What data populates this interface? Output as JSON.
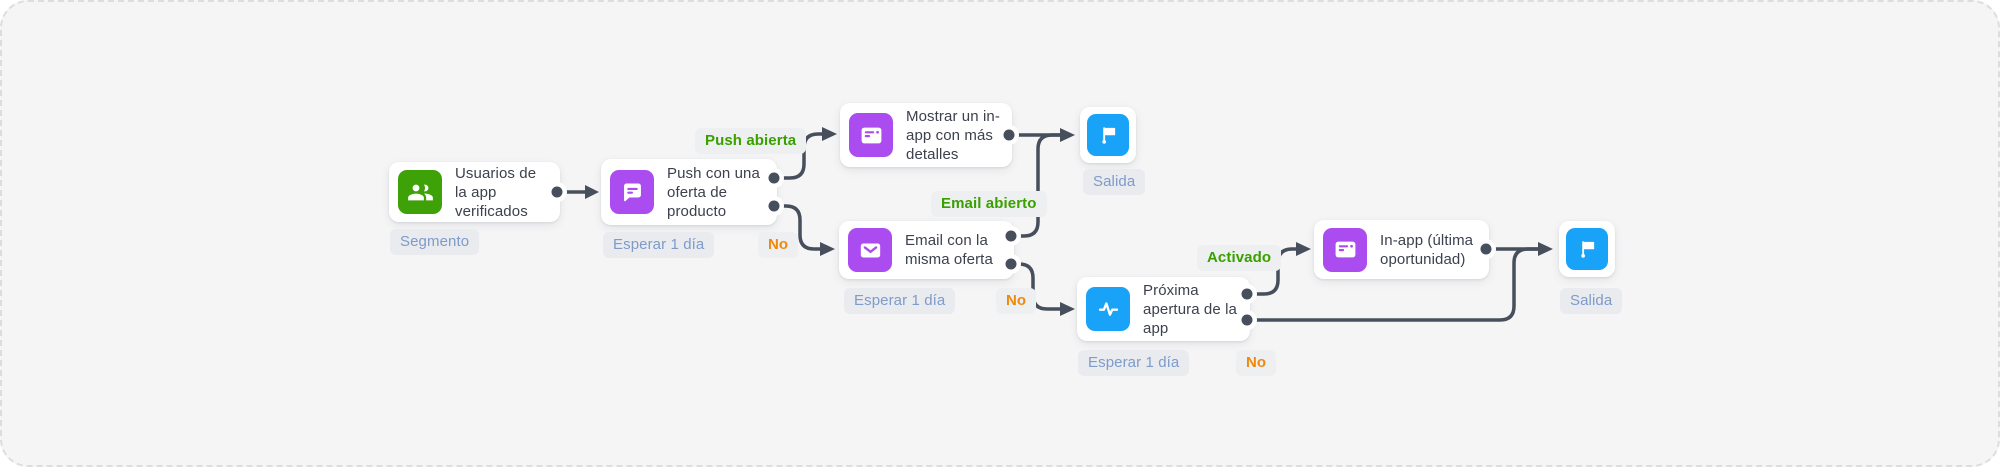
{
  "nodes": {
    "segment": {
      "title": "Usuarios de la app verificados",
      "tag": "Segmento"
    },
    "push": {
      "title": "Push con una oferta de producto",
      "wait_tag": "Esperar 1 día",
      "branch_yes": "Push abierta",
      "branch_no": "No"
    },
    "inapp_details": {
      "title": "Mostrar un in-app con más detalles"
    },
    "exit_top": {
      "tag": "Salida"
    },
    "email": {
      "title": "Email con la misma oferta",
      "wait_tag": "Esperar 1 día",
      "branch_yes": "Email abierto",
      "branch_no": "No"
    },
    "app_open": {
      "title": "Próxima apertura de la app",
      "wait_tag": "Esperar 1 día",
      "branch_yes": "Activado",
      "branch_no": "No"
    },
    "inapp_last": {
      "title": "In-app (última oportunidad)"
    },
    "exit_bottom": {
      "tag": "Salida"
    }
  },
  "icons": {
    "segment": "users-icon",
    "push": "chat-bubble-icon",
    "inapp": "in-app-card-icon",
    "email": "envelope-icon",
    "app_open": "activity-pulse-icon",
    "exit": "flag-icon"
  },
  "colors": {
    "canvas_bg": "#f5f5f6",
    "segment_green": "#3fa108",
    "message_purple": "#ab4cf0",
    "action_blue": "#18a2f8",
    "edge": "#474e5c",
    "label_green": "#3aa000",
    "label_orange": "#f0890a",
    "label_blue_gray": "#7e9bca",
    "pill_bg": "#e9ebee",
    "node_text": "#3c414d"
  }
}
